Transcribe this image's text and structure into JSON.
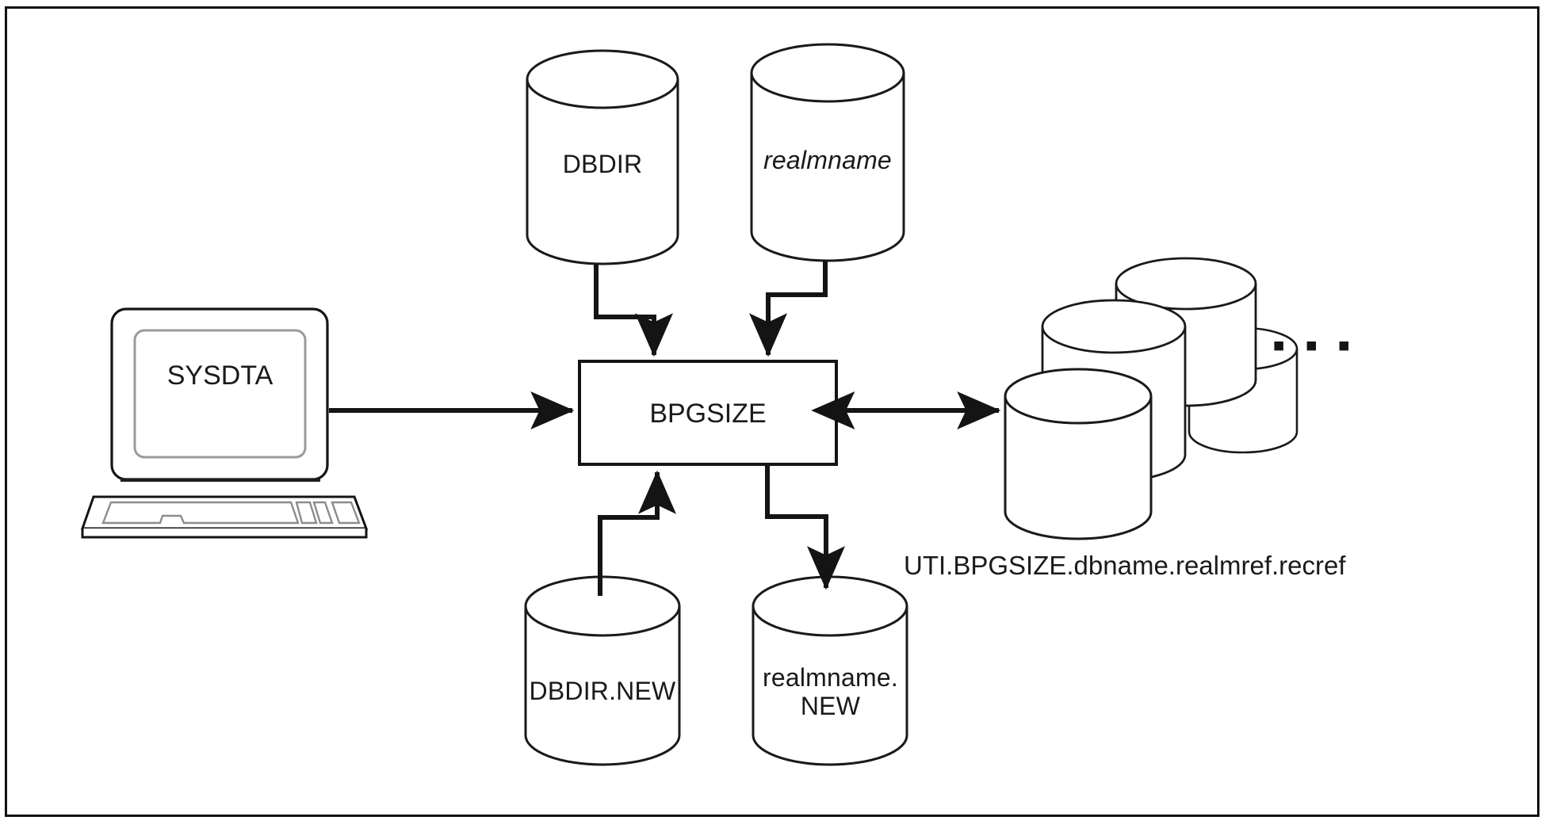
{
  "diagram": {
    "title": "BPGSIZE utility data flow diagram",
    "frame_color": "#111111",
    "line_color": "#141414",
    "text_color": "#1a1a1a",
    "background": "#ffffff",
    "terminal": {
      "screen_label": "SYSDTA",
      "icon": "computer-terminal-icon"
    },
    "process": {
      "label": "BPGSIZE"
    },
    "input_cylinders": [
      {
        "id": "dbdir",
        "label": "DBDIR",
        "italic": false
      },
      {
        "id": "realmname",
        "label": "realmname",
        "italic": true
      }
    ],
    "output_cylinders": [
      {
        "id": "dbdir-new",
        "label": "DBDIR.NEW",
        "italic": false,
        "line2": ""
      },
      {
        "id": "realmname-new",
        "label": "realmname.",
        "italic": true,
        "line2": "NEW"
      }
    ],
    "database_stack": {
      "count": 4,
      "ellipsis": "▪ ▪ ▪",
      "label_prefix": "UTI.BPGSIZE.",
      "label_italic_suffix": "dbname.realmref.recref"
    },
    "arrows": [
      {
        "id": "terminal-to-bpgsize",
        "from": "SYSDTA",
        "to": "BPGSIZE",
        "direction": "right"
      },
      {
        "id": "dbdir-to-bpgsize",
        "from": "DBDIR",
        "to": "BPGSIZE",
        "direction": "down"
      },
      {
        "id": "realmname-to-bpgsize",
        "from": "realmname",
        "to": "BPGSIZE",
        "direction": "down"
      },
      {
        "id": "dbdir-new-to-bpgsize",
        "from": "DBDIR.NEW",
        "to": "BPGSIZE",
        "direction": "up"
      },
      {
        "id": "bpgsize-to-realmname-new",
        "from": "BPGSIZE",
        "to": "realmname.NEW",
        "direction": "down"
      },
      {
        "id": "bpgsize-to-stack",
        "from": "BPGSIZE",
        "to": "UTI.BPGSIZE files",
        "direction": "bidirectional"
      }
    ]
  }
}
